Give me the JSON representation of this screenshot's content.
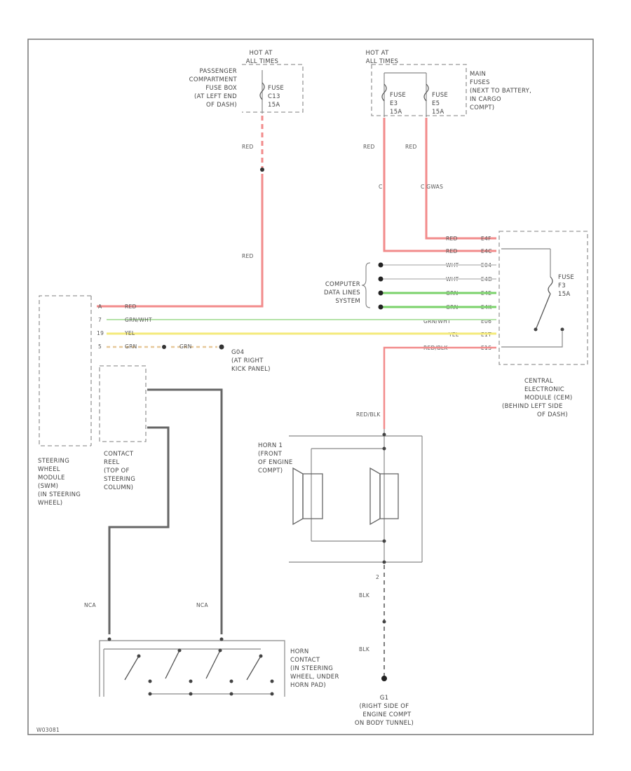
{
  "diagram_id": "W03081",
  "top_left": {
    "hot_label": [
      "HOT AT",
      "ALL TIMES"
    ],
    "fuse_box": [
      "PASSENGER",
      "COMPARTMENT",
      "FUSE BOX",
      "(AT LEFT END",
      "OF DASH)"
    ],
    "fuse": [
      "FUSE",
      "C13",
      "15A"
    ],
    "wire_colors": [
      "RED",
      "RED"
    ]
  },
  "top_right": {
    "hot_label": [
      "HOT AT",
      "ALL TIMES"
    ],
    "main_fuses": [
      "MAIN",
      "FUSES",
      "(NEXT TO BATTERY,",
      "IN CARGO",
      "COMPT)"
    ],
    "fuse_a": [
      "FUSE",
      "E3",
      "15A"
    ],
    "fuse_b": [
      "FUSE",
      "E5",
      "15A"
    ],
    "wire_colors": [
      "RED",
      "RED"
    ],
    "connector_labels": [
      "C",
      "C GWAS"
    ]
  },
  "cem": {
    "label": [
      "CENTRAL",
      "ELECTRONIC",
      "MODULE (CEM)",
      "(BEHIND LEFT SIDE",
      "OF DASH)"
    ],
    "fuse": [
      "FUSE",
      "F3",
      "15A"
    ],
    "pins": [
      "E4F",
      "E4C",
      "E04",
      "E4D",
      "E4E",
      "E4K",
      "E06",
      "E1T",
      "E1S"
    ],
    "wires": [
      "RED",
      "RED",
      "WHT",
      "WHT",
      "GRN",
      "GRN",
      "GRN/WHT",
      "YEL",
      "RED/BLK"
    ]
  },
  "data_lines": [
    "COMPUTER",
    "DATA LINES",
    "SYSTEM"
  ],
  "swm": {
    "label": [
      "STEERING",
      "WHEEL",
      "MODULE",
      "(SWM)",
      "(IN STEERING",
      "WHEEL)"
    ],
    "pins": [
      "A",
      "7",
      "19",
      "5"
    ],
    "wires": [
      "RED",
      "GRN/WHT",
      "YEL",
      "GRN"
    ]
  },
  "ground_split": {
    "wire": "GRN",
    "label": [
      "G04",
      "(AT RIGHT",
      "KICK PANEL)"
    ]
  },
  "contact_reel": {
    "label": [
      "CONTACT",
      "REEL",
      "(TOP OF",
      "STEERING",
      "COLUMN)"
    ],
    "wires": [
      "NCA",
      "NCA"
    ]
  },
  "horn": {
    "label": [
      "HORN 1",
      "(FRONT",
      "OF ENGINE",
      "COMPT)"
    ],
    "in_wire": "RED/BLK",
    "out_pin": "2",
    "out_wires": [
      "BLK",
      "BLK"
    ]
  },
  "horn_contact": {
    "label": [
      "HORN",
      "CONTACT",
      "(IN STEERING",
      "WHEEL, UNDER",
      "HORN PAD)"
    ]
  },
  "ground": {
    "label": [
      "G1",
      "(RIGHT SIDE OF",
      "ENGINE COMPT",
      "ON BODY TUNNEL)"
    ]
  }
}
